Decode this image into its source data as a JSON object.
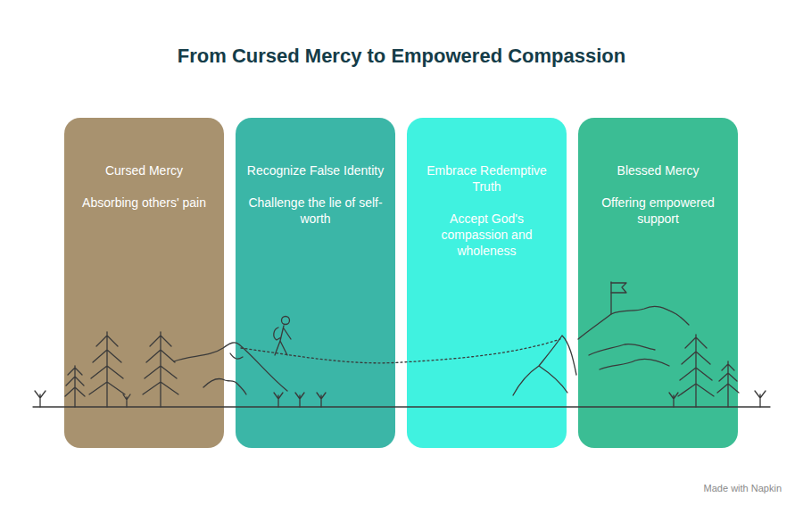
{
  "diagram": {
    "title": "From Cursed Mercy to Empowered Compassion",
    "nodes": [
      {
        "text": [
          "Cursed Mercy",
          "Absorbing others' pain"
        ]
      },
      {
        "text": [
          "Recognize False Identity",
          "Challenge the lie of self-worth"
        ]
      },
      {
        "text": [
          "Embrace Redemptive Truth",
          "Accept God's compassion and wholeness"
        ]
      },
      {
        "text": [
          "Blessed Mercy",
          "Offering empowered support"
        ]
      }
    ],
    "labels": [
      "Made with Napkin"
    ]
  }
}
